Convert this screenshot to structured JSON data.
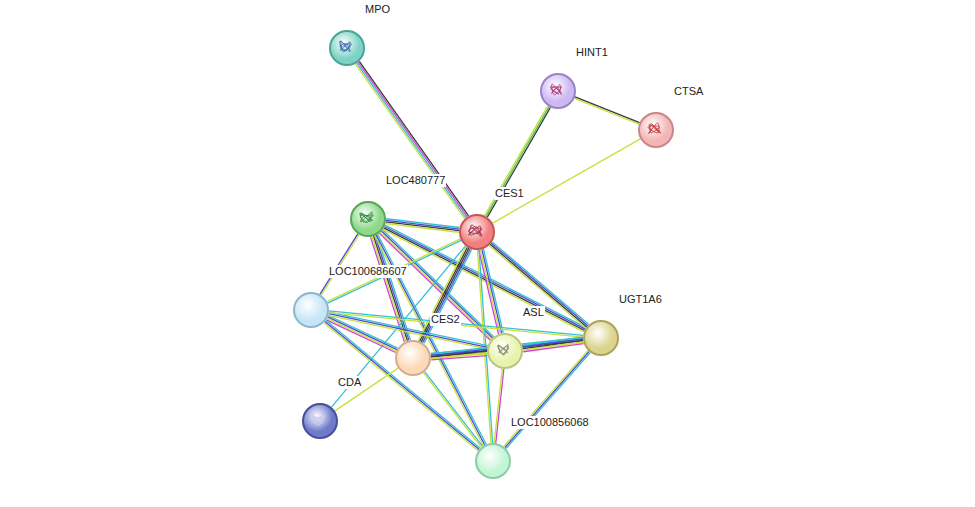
{
  "diagram": {
    "nodes": [
      {
        "text": [
          "MPO"
        ]
      },
      {
        "text": [
          "HINT1"
        ]
      },
      {
        "text": [
          "CTSA"
        ]
      },
      {
        "text": [
          "LOC480777"
        ]
      },
      {
        "text": [
          "CES1"
        ]
      },
      {
        "text": [
          "LOC100686607"
        ]
      },
      {
        "text": [
          "CES2"
        ]
      },
      {
        "text": [
          "ASL"
        ]
      },
      {
        "text": [
          "UGT1A6"
        ]
      },
      {
        "text": [
          "CDA"
        ]
      },
      {
        "text": [
          "LOC100856068"
        ]
      }
    ],
    "edges": [
      {
        "from": 0,
        "to": 4,
        "arrow": "none"
      },
      {
        "from": 1,
        "to": 4,
        "arrow": "none"
      },
      {
        "from": 1,
        "to": 2,
        "arrow": "none"
      },
      {
        "from": 2,
        "to": 4,
        "arrow": "none"
      },
      {
        "from": 3,
        "to": 4,
        "arrow": "none"
      },
      {
        "from": 3,
        "to": 5,
        "arrow": "none"
      },
      {
        "from": 3,
        "to": 6,
        "arrow": "none"
      },
      {
        "from": 3,
        "to": 7,
        "arrow": "none"
      },
      {
        "from": 3,
        "to": 8,
        "arrow": "none"
      },
      {
        "from": 3,
        "to": 10,
        "arrow": "none"
      },
      {
        "from": 4,
        "to": 5,
        "arrow": "none"
      },
      {
        "from": 4,
        "to": 6,
        "arrow": "none"
      },
      {
        "from": 4,
        "to": 7,
        "arrow": "none"
      },
      {
        "from": 4,
        "to": 8,
        "arrow": "none"
      },
      {
        "from": 4,
        "to": 10,
        "arrow": "none"
      },
      {
        "from": 4,
        "to": 9,
        "arrow": "none"
      },
      {
        "from": 5,
        "to": 6,
        "arrow": "none"
      },
      {
        "from": 5,
        "to": 7,
        "arrow": "none"
      },
      {
        "from": 5,
        "to": 8,
        "arrow": "none"
      },
      {
        "from": 5,
        "to": 10,
        "arrow": "none"
      },
      {
        "from": 6,
        "to": 7,
        "arrow": "none"
      },
      {
        "from": 6,
        "to": 8,
        "arrow": "none"
      },
      {
        "from": 6,
        "to": 10,
        "arrow": "none"
      },
      {
        "from": 6,
        "to": 9,
        "arrow": "none"
      },
      {
        "from": 7,
        "to": 8,
        "arrow": "none"
      },
      {
        "from": 7,
        "to": 10,
        "arrow": "none"
      },
      {
        "from": 8,
        "to": 10,
        "arrow": "none"
      }
    ]
  }
}
